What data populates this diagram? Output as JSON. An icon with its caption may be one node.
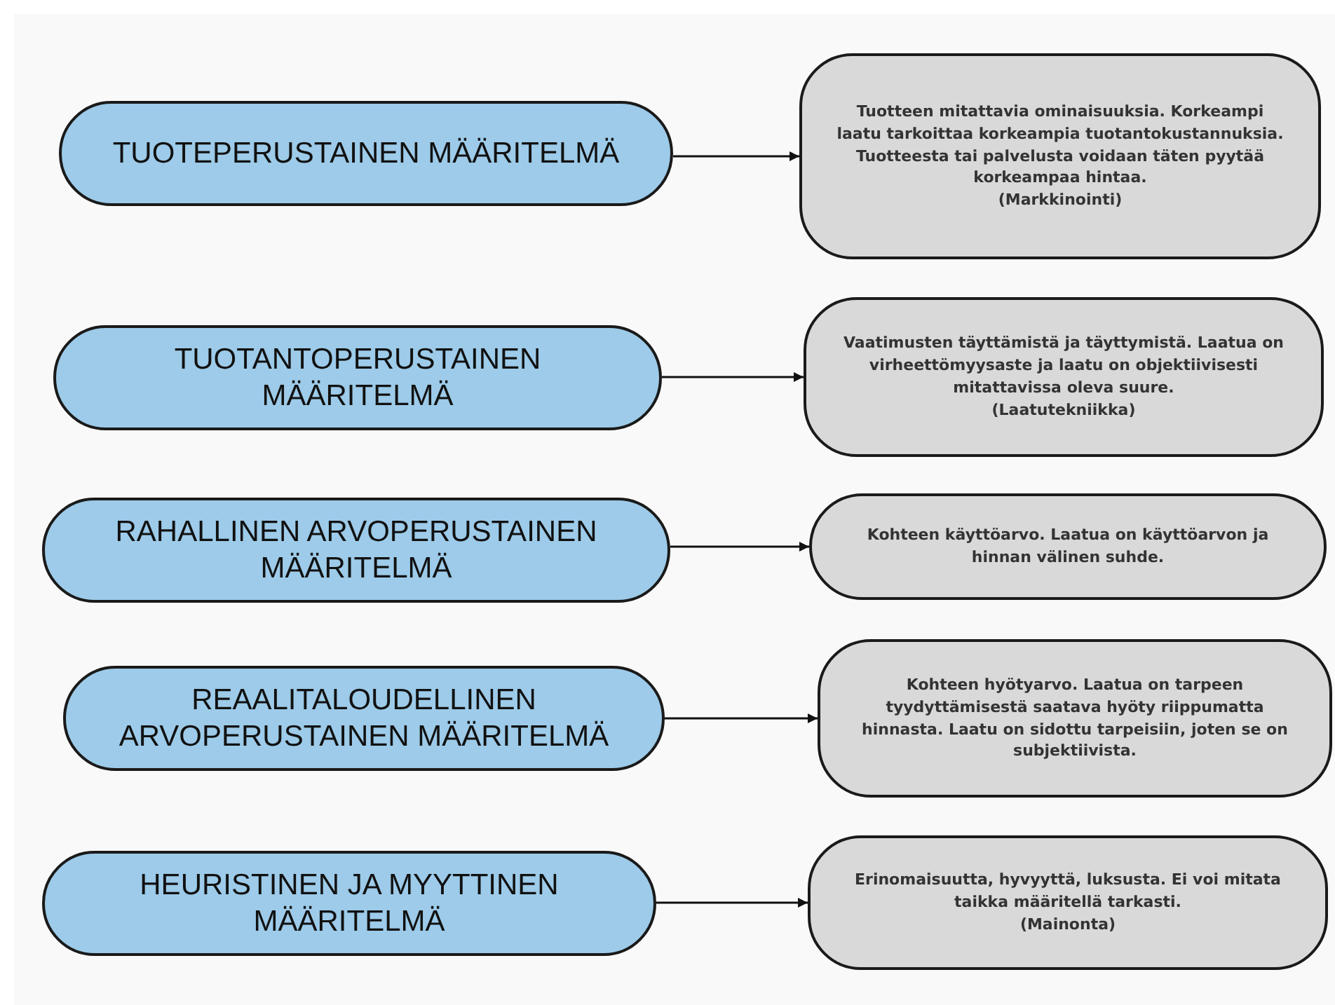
{
  "diagram": {
    "nodes": [
      {
        "text": [
          "TUOTEPERUSTAINEN MÄÄRITELMÄ"
        ]
      },
      {
        "text": [
          "Tuotteen mitattavia ominaisuuksia. Korkeampi laatu tarkoittaa korkeampia tuotantokustannuksia. Tuotteesta tai palvelusta voidaan täten pyytää korkeampaa hintaa.",
          "(Markkinointi)"
        ]
      },
      {
        "text": [
          "TUOTANTOPERUSTAINEN MÄÄRITELMÄ"
        ]
      },
      {
        "text": [
          "Vaatimusten täyttämistä ja täyttymistä. Laatua on virheettömyysaste ja laatu on objektiivisesti mitattavissa oleva suure.",
          "(Laatutekniikka)"
        ]
      },
      {
        "text": [
          "RAHALLINEN ARVOPERUSTAINEN MÄÄRITELMÄ"
        ]
      },
      {
        "text": [
          "Kohteen käyttöarvo. Laatua on käyttöarvon ja hinnan välinen suhde."
        ]
      },
      {
        "text": [
          "REAALITALOUDELLINEN ARVOPERUSTAINEN MÄÄRITELMÄ"
        ]
      },
      {
        "text": [
          "Kohteen hyötyarvo. Laatua on tarpeen tyydyttämisestä saatava hyöty riippumatta hinnasta. Laatu on sidottu tarpeisiin, joten se on subjektiivista."
        ]
      },
      {
        "text": [
          "HEURISTINEN JA MYYTTINEN MÄÄRITELMÄ"
        ]
      },
      {
        "text": [
          "Erinomaisuutta, hyvyyttä, luksusta. Ei voi mitata taikka määritellä tarkasti.",
          "(Mainonta)"
        ]
      }
    ],
    "edges": [
      {
        "from": 0,
        "to": 1,
        "arrow": "to"
      },
      {
        "from": 2,
        "to": 3,
        "arrow": "to"
      },
      {
        "from": 4,
        "to": 5,
        "arrow": "to"
      },
      {
        "from": 6,
        "to": 7,
        "arrow": "to"
      },
      {
        "from": 8,
        "to": 9,
        "arrow": "to"
      }
    ]
  }
}
